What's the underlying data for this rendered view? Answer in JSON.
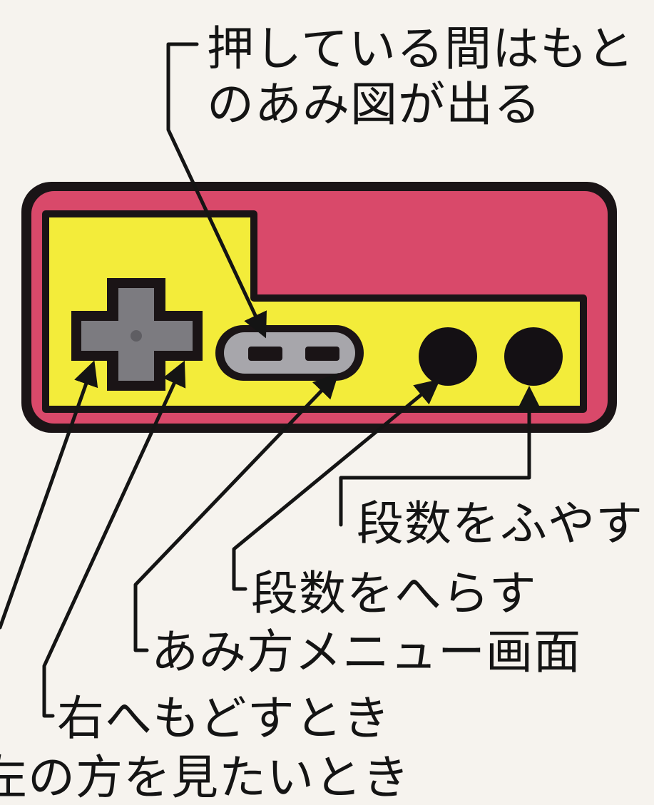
{
  "annotations": {
    "select_hold": "押している間はもとのあみ図が出る",
    "increase_rows": "段数をふやす",
    "decrease_rows": "段数をへらす",
    "menu_screen": "あみ方メニュー画面",
    "move_right": "右へもどすとき",
    "look_left": "左の方を見たいとき"
  },
  "colors": {
    "controller_body": "#d9496a",
    "controller_outline": "#1a1416",
    "face_panel": "#f3ec3a",
    "dpad": "#7c7b80",
    "oval": "#a7a6ab",
    "buttons": "#141014",
    "leader_lines": "#141414"
  },
  "icons": [
    "dpad-icon",
    "select-start-oval-icon",
    "b-button-icon",
    "a-button-icon"
  ]
}
